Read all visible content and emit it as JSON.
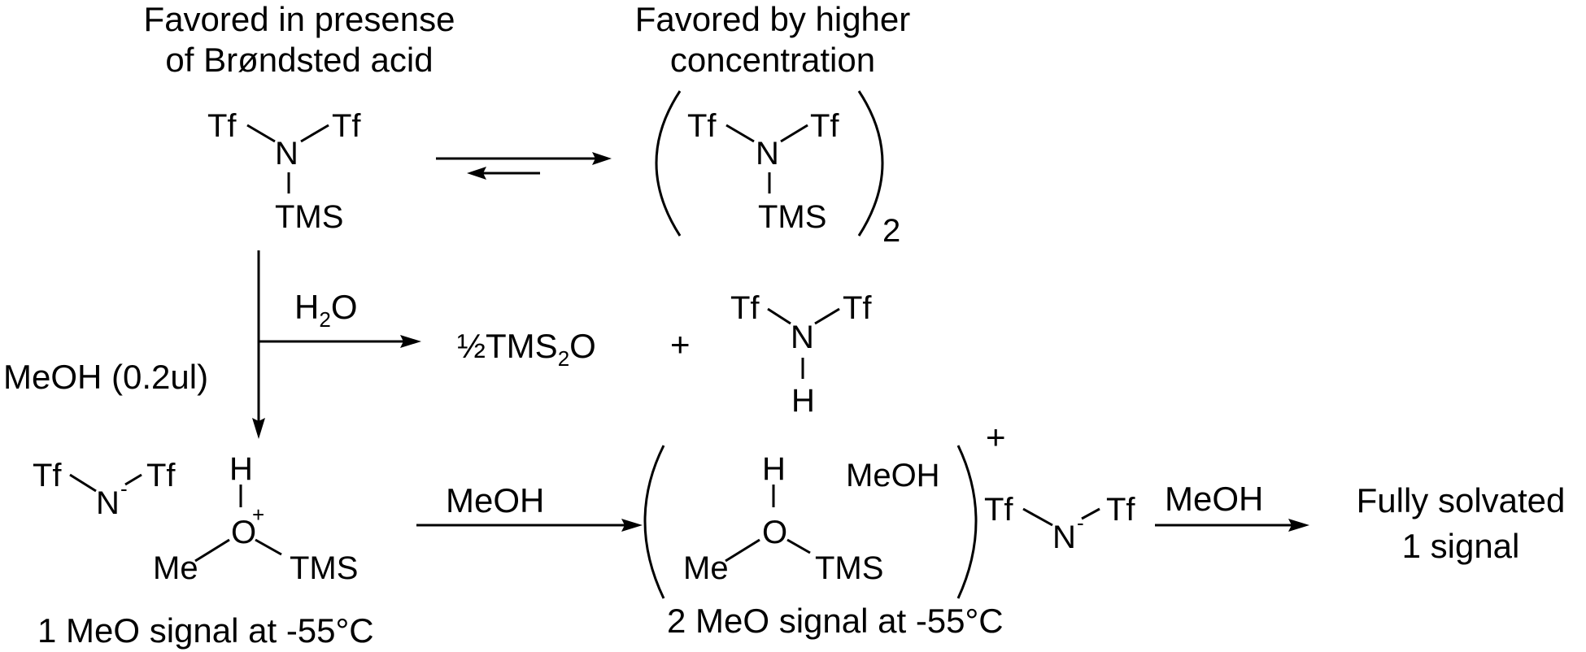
{
  "labels": {
    "bronsted_line1": "Favored in presense",
    "bronsted_line2": "of Brøndsted acid",
    "concentration_line1": "Favored by higher",
    "concentration_line2": "concentration",
    "meoh_amount": "MeOH (0.2ul)",
    "water_pre": "H",
    "water_sub": "2",
    "water_post": "O",
    "tms2o_pre": "½TMS",
    "tms2o_sub": "2",
    "tms2o_post": "O",
    "plus": "+",
    "meoh_arrow_1": "MeOH",
    "meoh_arrow_2": "MeOH",
    "meoh_ligand": "MeOH",
    "cation_charge": "+",
    "dimer_subscript": "2",
    "signal_1": "1 MeO signal at -55°C",
    "signal_2": "2 MeO signal at -55°C",
    "fully_line1": "Fully solvated",
    "fully_line2": "1 signal"
  },
  "atoms": {
    "tf": "Tf",
    "n": "N",
    "n_minus": "-",
    "tms": "TMS",
    "h": "H",
    "o": "O",
    "o_plus": "+",
    "me": "Me"
  }
}
